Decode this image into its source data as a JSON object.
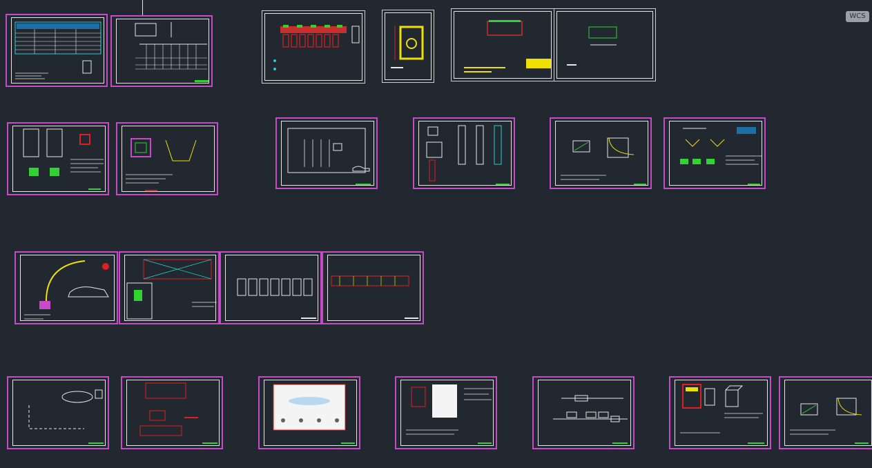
{
  "viewport": {
    "ucs_icon_label": "WCS"
  },
  "colors": {
    "background": "#212830",
    "sheet_border": "#c84ac8",
    "frame": "#e8e8e8",
    "accent_green": "#32d232",
    "accent_yellow": "#f0e000",
    "accent_red": "#e02020",
    "accent_cyan": "#20d0d0"
  },
  "sheets": [
    {
      "id": "s1",
      "style": "magenta"
    },
    {
      "id": "s2",
      "style": "magenta"
    },
    {
      "id": "s3",
      "style": "white"
    },
    {
      "id": "s4",
      "style": "white"
    },
    {
      "id": "s5",
      "style": "white"
    },
    {
      "id": "s6",
      "style": "white"
    },
    {
      "id": "s7",
      "style": "magenta"
    },
    {
      "id": "s8",
      "style": "magenta"
    },
    {
      "id": "s9",
      "style": "magenta"
    },
    {
      "id": "s10",
      "style": "magenta"
    },
    {
      "id": "s11",
      "style": "magenta"
    },
    {
      "id": "s12",
      "style": "magenta"
    },
    {
      "id": "s13",
      "style": "magenta"
    },
    {
      "id": "s14",
      "style": "magenta"
    },
    {
      "id": "s15",
      "style": "magenta"
    },
    {
      "id": "s16",
      "style": "magenta"
    },
    {
      "id": "s17",
      "style": "magenta"
    },
    {
      "id": "s18",
      "style": "magenta"
    },
    {
      "id": "s19",
      "style": "magenta"
    },
    {
      "id": "s20",
      "style": "magenta"
    },
    {
      "id": "s21",
      "style": "magenta"
    },
    {
      "id": "s22",
      "style": "magenta"
    },
    {
      "id": "s23",
      "style": "magenta"
    }
  ]
}
